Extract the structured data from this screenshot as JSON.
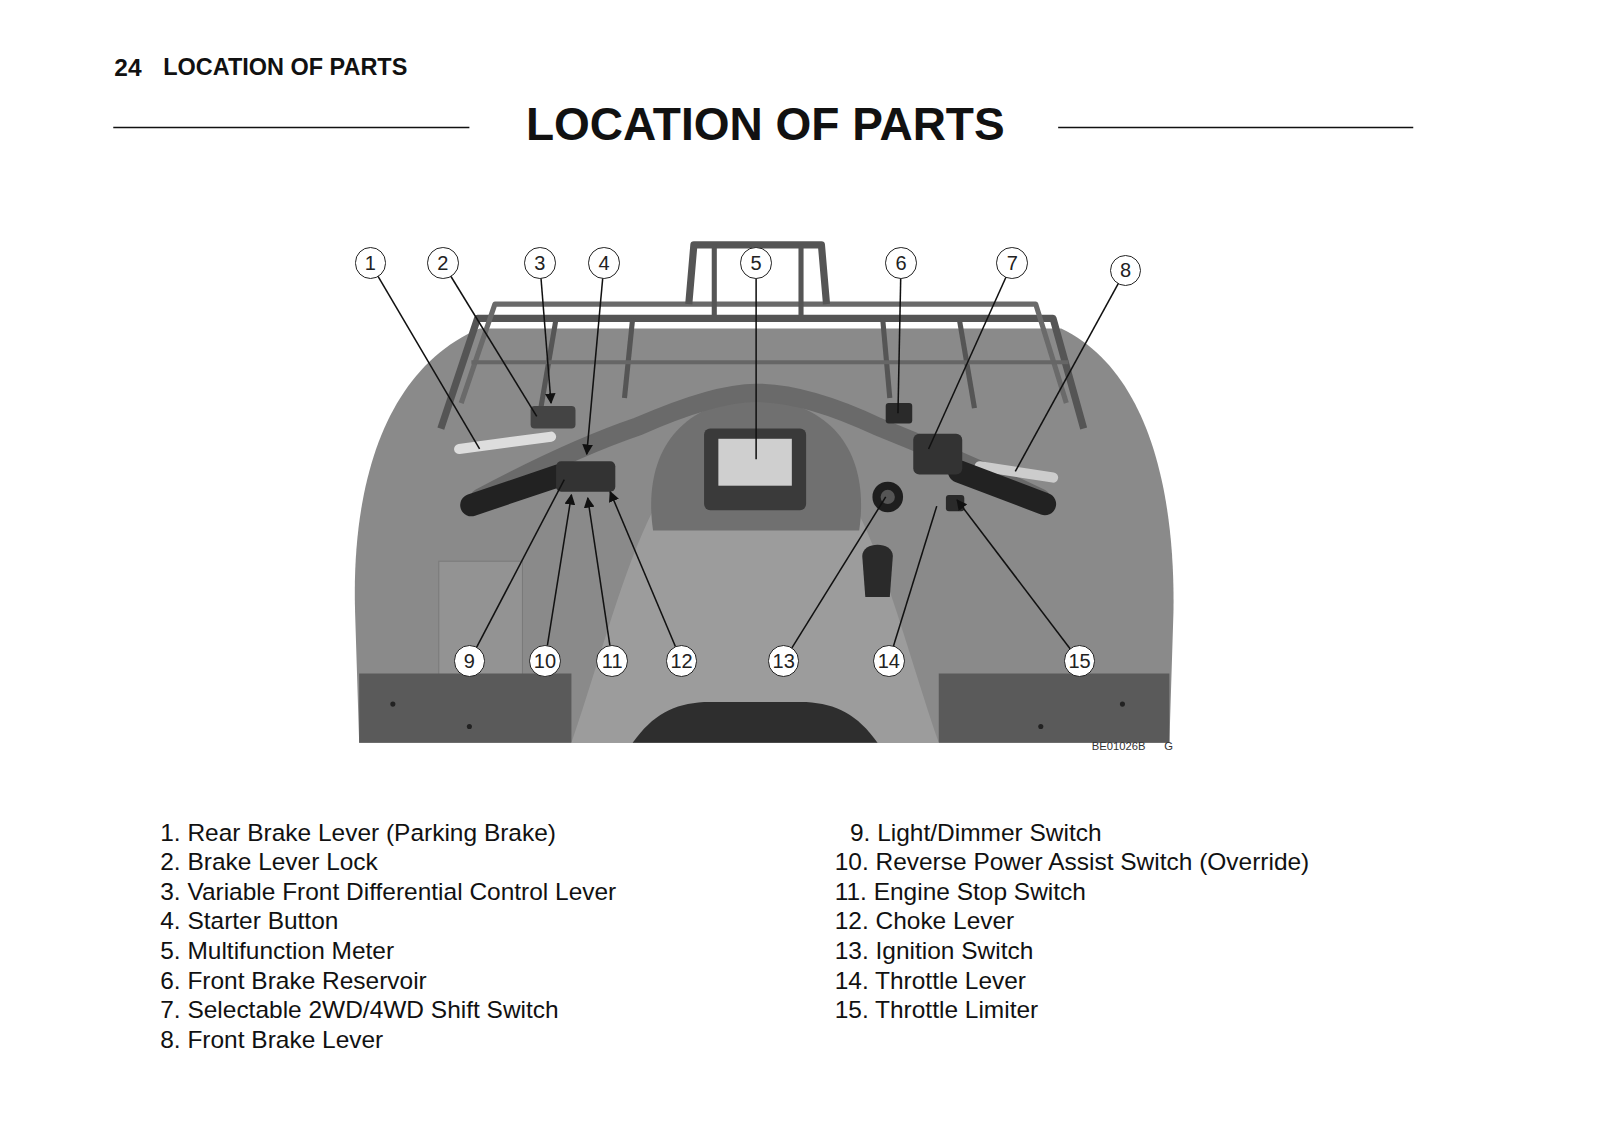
{
  "diagram": {
    "title": "LOCATION OF PARTS",
    "nodes": [
      {
        "text": [
          "1"
        ]
      },
      {
        "text": [
          "2"
        ]
      },
      {
        "text": [
          "3"
        ]
      },
      {
        "text": [
          "4"
        ]
      },
      {
        "text": [
          "5"
        ]
      },
      {
        "text": [
          "6"
        ]
      },
      {
        "text": [
          "7"
        ]
      },
      {
        "text": [
          "8"
        ]
      },
      {
        "text": [
          "9"
        ]
      },
      {
        "text": [
          "10"
        ]
      },
      {
        "text": [
          "11"
        ]
      },
      {
        "text": [
          "12"
        ]
      },
      {
        "text": [
          "13"
        ]
      },
      {
        "text": [
          "14"
        ]
      },
      {
        "text": [
          "15"
        ]
      }
    ],
    "labels": [
      "24",
      "LOCATION OF PARTS",
      "BE01026B",
      "G",
      "1. Rear Brake Lever (Parking Brake)",
      "2. Brake Lever Lock",
      "3. Variable Front Differential Control Lever",
      "4. Starter Button",
      "5. Multifunction Meter",
      "6. Front Brake Reservoir",
      "7. Selectable 2WD/4WD Shift Switch",
      "8. Front Brake Lever",
      "9. Light/Dimmer Switch",
      "10. Reverse Power Assist Switch (Override)",
      "11. Engine Stop Switch",
      "12. Choke Lever",
      "13. Ignition Switch",
      "14. Throttle Lever",
      "15. Throttle Limiter"
    ]
  }
}
